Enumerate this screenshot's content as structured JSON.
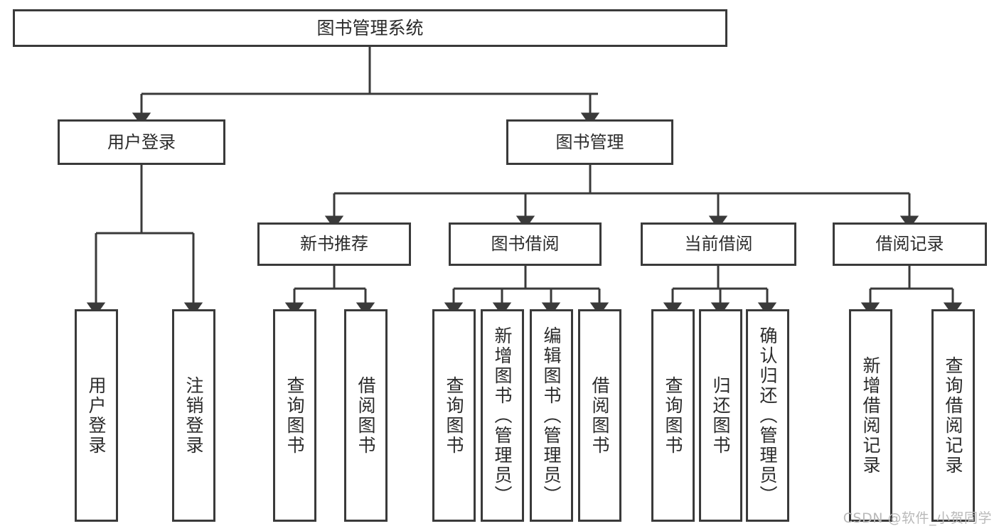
{
  "diagram": {
    "title": "图书管理系统",
    "type": "tree-hierarchy-chart",
    "background_color": "#ffffff",
    "stroke_color": "#3a3a3a",
    "text_color": "#2b2b2b",
    "root": {
      "label": "图书管理系统"
    },
    "level2": [
      {
        "label": "用户登录"
      },
      {
        "label": "图书管理"
      }
    ],
    "level3": [
      {
        "label": "新书推荐"
      },
      {
        "label": "图书借阅"
      },
      {
        "label": "当前借阅"
      },
      {
        "label": "借阅记录"
      }
    ],
    "leaves": {
      "user_login": [
        {
          "label": "用户登录"
        },
        {
          "label": "注销登录"
        }
      ],
      "new_book_recommend": [
        {
          "label": "查询图书"
        },
        {
          "label": "借阅图书"
        }
      ],
      "book_borrow": [
        {
          "label": "查询图书"
        },
        {
          "label": "新增图书（管理员）"
        },
        {
          "label": "编辑图书（管理员）"
        },
        {
          "label": "借阅图书"
        }
      ],
      "current_borrow": [
        {
          "label": "查询图书"
        },
        {
          "label": "归还图书"
        },
        {
          "label": "确认归还（管理员）"
        }
      ],
      "borrow_record": [
        {
          "label": "新增借阅记录"
        },
        {
          "label": "查询借阅记录"
        }
      ]
    }
  },
  "watermark": {
    "text": "CSDN @软件_小贺同学"
  }
}
